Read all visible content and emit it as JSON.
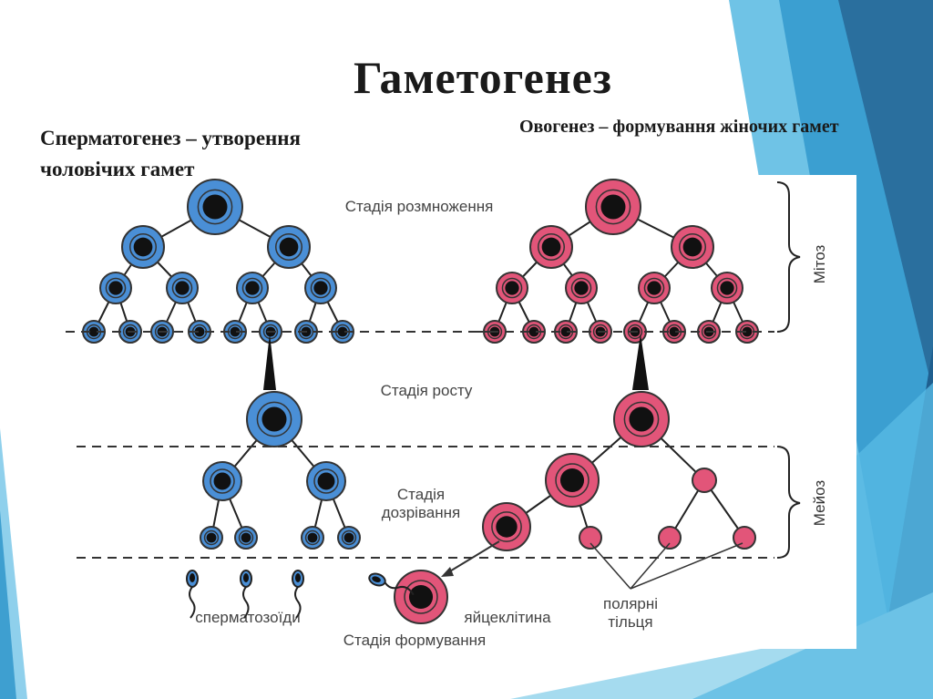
{
  "slide": {
    "title": "Гаметогенез",
    "left_heading": "Сперматогенез – утворення чоловічих гамет",
    "right_heading": "Овогенез – формування жіночих гамет"
  },
  "diagram": {
    "stage_multiplication": "Стадія розмноження",
    "stage_growth": "Стадія росту",
    "stage_maturation_1": "Стадія",
    "stage_maturation_2": "дозрівання",
    "stage_formation": "Стадія формування",
    "label_sperm": "сперматозоїди",
    "label_egg": "яйцеклітина",
    "label_polar_1": "полярні",
    "label_polar_2": "тільця",
    "bracket_mitosis": "Мітоз",
    "bracket_meiosis": "Мейоз"
  },
  "colors": {
    "male": "#4a8fd6",
    "female": "#e25579",
    "bg_light": "#9fd7ee",
    "bg_mid": "#4fb3dd",
    "bg_dark": "#2a6f9e"
  }
}
